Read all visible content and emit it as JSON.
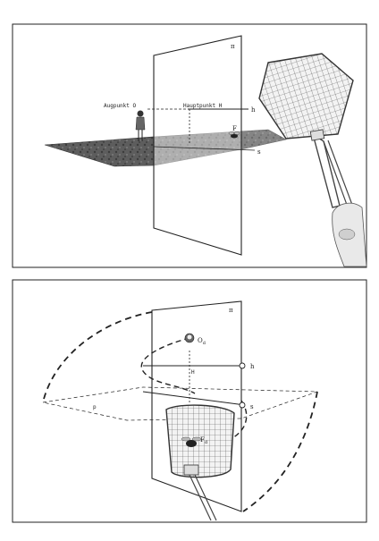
{
  "panel1": {
    "pi_label": "π",
    "augpunkt_label": "Augpunkt O",
    "hauptpunkt_label": "Hauptpunkt H",
    "h_label": "h",
    "s_label": "s",
    "f_label": "F"
  },
  "panel2": {
    "pi_label": "π",
    "od_label": "O",
    "od_sub": "d",
    "h_label": "h",
    "H_label": "H",
    "s_label": "s",
    "f_label": "F",
    "f_sub": "d",
    "ground_label": "p"
  }
}
